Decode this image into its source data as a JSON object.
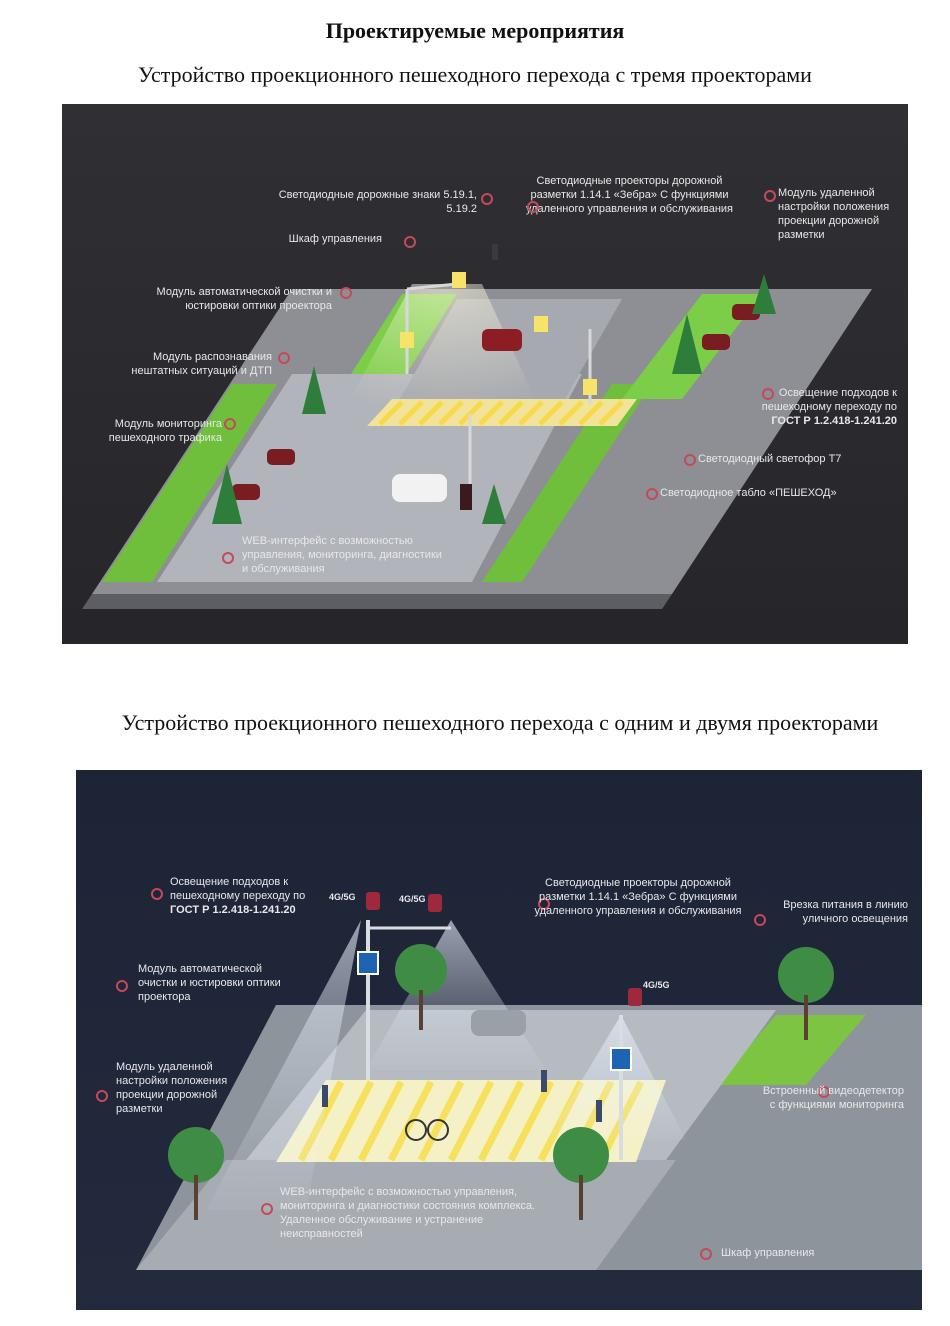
{
  "document": {
    "title": "Проектируемые мероприятия",
    "section1_title": "Устройство проекционного пешеходного перехода с тремя проекторами",
    "section2_title": "Устройство проекционного пешеходного перехода с одним и двумя проекторами"
  },
  "diagram1": {
    "labels": {
      "signs": "Светодиодные дорожные знаки 5.19.1, 5.19.2",
      "projectors": "Светодиодные проекторы дорожной разметки 1.14.1 «Зебра» С функциями удаленного управления и обслуживания",
      "remote_module": "Модуль удаленной настройки положения проекции дорожной разметки",
      "cabinet": "Шкаф управления",
      "cleaning": "Модуль автоматической очистки и юстировки оптики проектора",
      "recognition": "Модуль распознавания нештатных ситуаций и ДТП",
      "monitoring": "Модуль мониторинга пешеходного трафика",
      "lighting": "Освещение подходов к пешеходному переходу по",
      "lighting_gost": "ГОСТ Р 1.2.418-1.241.20",
      "traffic_light": "Светодиодный светофор Т7",
      "board": "Светодиодное табло «ПЕШЕХОД»",
      "web": "WEB-интерфейс с возможностью управления, мониторинга, диагностики и обслуживания"
    }
  },
  "diagram2": {
    "labels": {
      "lighting": "Освещение подходов к пешеходному переходу по",
      "lighting_gost": "ГОСТ Р 1.2.418-1.241.20",
      "tag_a": "4G/5G",
      "tag_b": "4G/5G",
      "tag_c": "4G/5G",
      "projectors": "Светодиодные проекторы дорожной разметки 1.14.1 «Зебра» С функциями удаленного управления и обслуживания",
      "power": "Врезка питания в линию уличного освещения",
      "cleaning": "Модуль автоматической очистки и юстировки оптики проектора",
      "remote_module": "Модуль удаленной настройки положения проекции дорожной разметки",
      "detector": "Встроенный видеодетектор с функциями мониторинга",
      "web": "WEB-интерфейс с возможностью управления, мониторинга и диагностики состояния комплекса. Удаленное обслуживание и устранение неисправностей",
      "cabinet": "Шкаф управления"
    }
  }
}
